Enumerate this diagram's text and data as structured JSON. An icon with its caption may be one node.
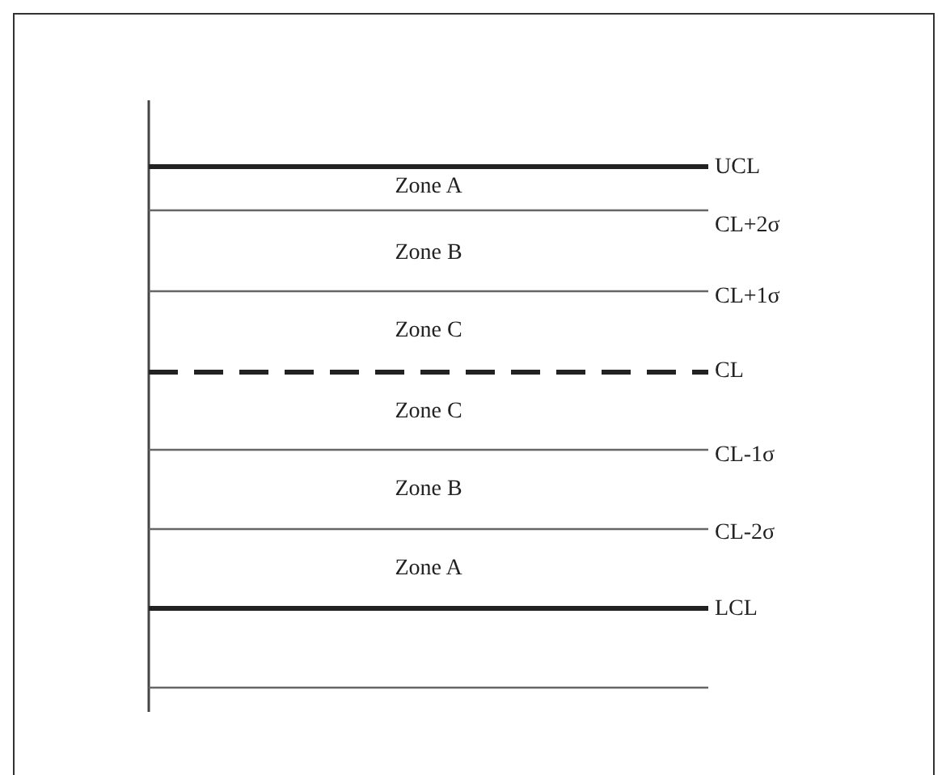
{
  "diagram": {
    "labels": [
      "UCL",
      "Zone A",
      "CL+2σ",
      "Zone B",
      "CL+1σ",
      "Zone C",
      "CL",
      "Zone C",
      "CL-1σ",
      "Zone B",
      "CL-2σ",
      "Zone A",
      "LCL"
    ]
  }
}
